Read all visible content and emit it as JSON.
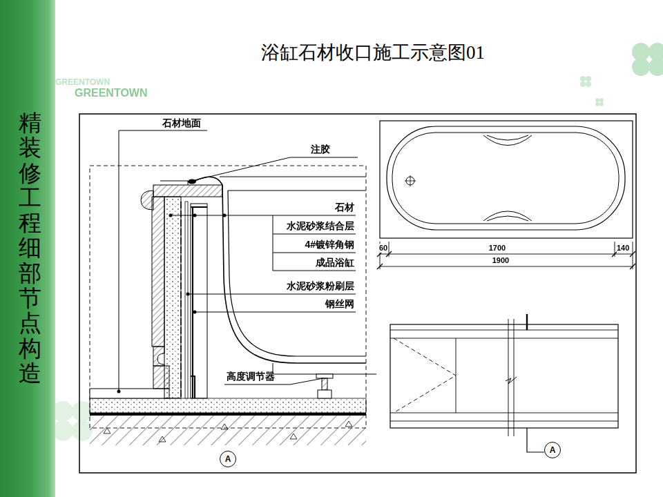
{
  "diagram": {
    "title": "浴缸石材收口施工示意图01",
    "nodes": [
      {
        "text": [
          "精装修工程细部节点构造"
        ]
      },
      {
        "text": [
          "A"
        ]
      },
      {
        "text": [
          "A"
        ]
      }
    ],
    "labels": [
      "GREENTOWN",
      "GREENTOWN",
      "石材地面",
      "注胶",
      "石材",
      "水泥砂浆结合层",
      "4#镀锌角钢",
      "成品浴缸",
      "水泥砂浆粉刷层",
      "钢丝网",
      "高度调节器",
      "60",
      "1700",
      "140",
      "1900"
    ]
  }
}
